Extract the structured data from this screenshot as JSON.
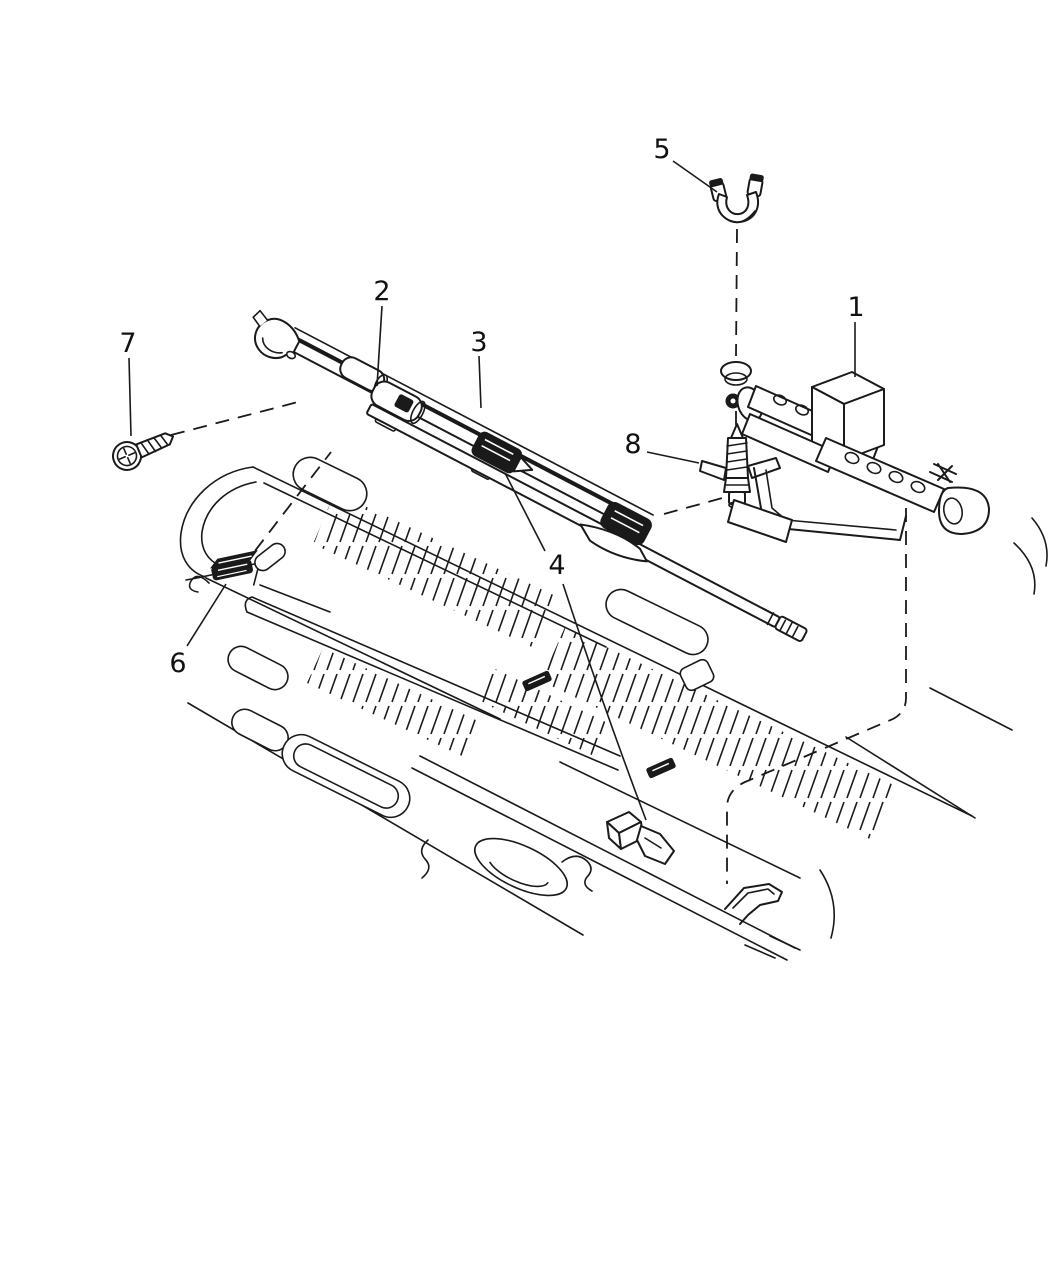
{
  "diagram": {
    "type": "parts-line-drawing",
    "background_color": "#ffffff",
    "ink_color": "#1a1a1a",
    "callouts": [
      {
        "label": "1"
      },
      {
        "label": "2"
      },
      {
        "label": "3"
      },
      {
        "label": "4"
      },
      {
        "label": "5"
      },
      {
        "label": "6"
      },
      {
        "label": "7"
      },
      {
        "label": "8"
      }
    ]
  }
}
